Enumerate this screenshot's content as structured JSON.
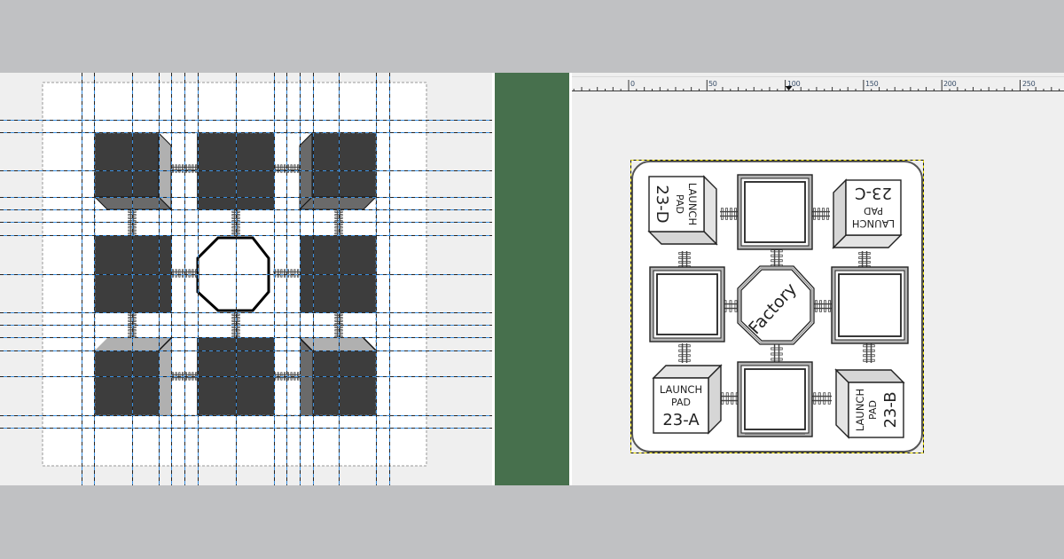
{
  "app": {
    "colors": {
      "chrome": "#c0c1c3",
      "canvas_bg": "#efefef",
      "divider": "#47704d",
      "guide_blue": "#3a8fe0",
      "guide_dark": "#222222",
      "building_dark": "#3d3d3d",
      "bevel_light": "#b0b0b0",
      "bevel_mid": "#6a6a6a",
      "selection_yellow": "#f2e400"
    }
  },
  "left_canvas": {
    "name": "guides-view",
    "vertical_guides_x": [
      92,
      106,
      149,
      179,
      193,
      208,
      223,
      266,
      309,
      323,
      338,
      353,
      382,
      424,
      439
    ],
    "horizontal_guides_y": [
      135,
      149,
      192,
      222,
      236,
      250,
      265,
      309,
      352,
      366,
      380,
      395,
      424,
      468,
      482
    ],
    "icons": [
      "launch-pad-shape-icon",
      "building-shape-icon",
      "factory-octagon-icon",
      "rail-track-icon"
    ]
  },
  "right_canvas": {
    "name": "preview-view",
    "ruler": {
      "labels": [
        "0",
        "50",
        "100",
        "150",
        "200",
        "250"
      ],
      "marker_at": "100"
    },
    "tile": {
      "launch_pads": [
        {
          "id": "23-D",
          "line1": "LAUNCH",
          "line2": "PAD",
          "code": "23-D",
          "position": "top-left",
          "rotation": 90
        },
        {
          "id": "23-C",
          "line1": "LAUNCH",
          "line2": "PAD",
          "code": "23-C",
          "position": "top-right",
          "rotation": 180
        },
        {
          "id": "23-A",
          "line1": "LAUNCH",
          "line2": "PAD",
          "code": "23-A",
          "position": "bottom-left",
          "rotation": 0
        },
        {
          "id": "23-B",
          "line1": "LAUNCH",
          "line2": "PAD",
          "code": "23-B",
          "position": "bottom-right",
          "rotation": -90
        }
      ],
      "center_label": "Factory",
      "icons": [
        "launch-pad-icon",
        "empty-slot-icon",
        "factory-icon",
        "rail-track-icon"
      ]
    }
  }
}
